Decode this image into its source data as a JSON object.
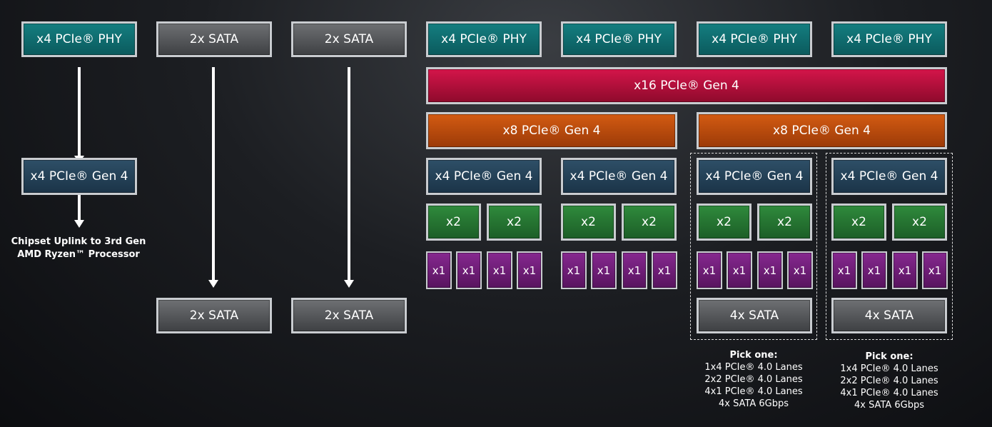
{
  "phy_label": "x4 PCIe® PHY",
  "sata2_label": "2x SATA",
  "sata4_label": "4x SATA",
  "x16_label": "x16 PCIe® Gen 4",
  "x8_label": "x8 PCIe® Gen 4",
  "x4_label": "x4 PCIe® Gen 4",
  "x2_label": "x2",
  "x1_label": "x1",
  "uplink": {
    "line1": "Chipset Uplink to 3rd Gen",
    "line2": "AMD Ryzen™ Processor"
  },
  "pick_note": {
    "title": "Pick one:",
    "line1": "1x4 PCIe® 4.0 Lanes",
    "line2": "2x2 PCIe® 4.0 Lanes",
    "line3": "4x1 PCIe® 4.0 Lanes",
    "line4": "4x SATA 6Gbps"
  }
}
